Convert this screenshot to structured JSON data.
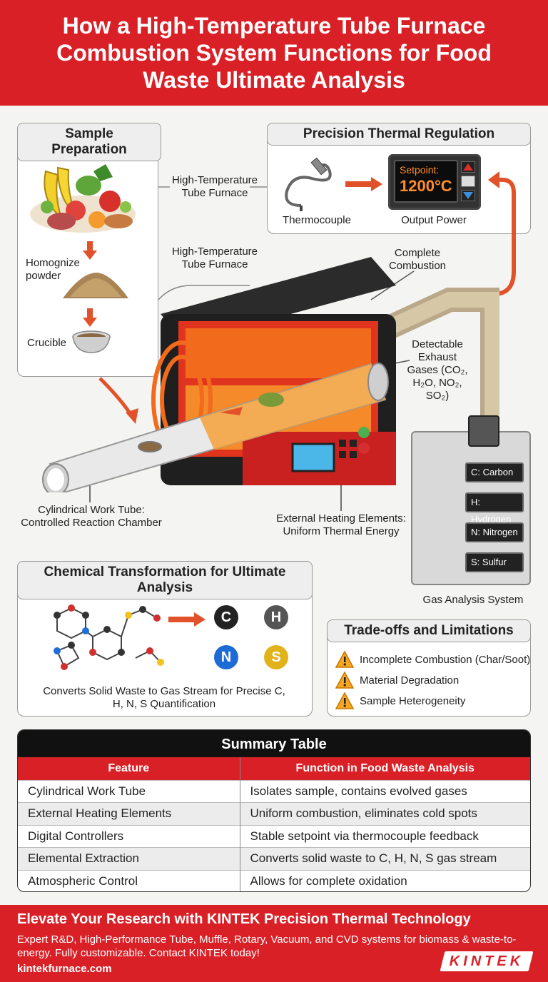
{
  "header": {
    "title": "How a High-Temperature Tube Furnace Combustion System Functions for Food Waste Ultimate Analysis"
  },
  "sample_prep": {
    "title": "Sample Preparation",
    "homogenize": "Homognize powder",
    "crucible": "Crucible"
  },
  "thermal": {
    "title": "Precision Thermal Regulation",
    "thermocouple": "Thermocouple",
    "output_power": "Output Power",
    "setpoint_label": "Setpoint:",
    "setpoint_value": "1200°C"
  },
  "furnace": {
    "label_top": "High-Temperature Tube Furnace",
    "label_mid": "High-Temperature Tube Furnace",
    "complete_combustion": "Complete Combustion",
    "exhaust": "Detectable Exhaust Gases (CO₂, H₂O, NO₂, SO₂)",
    "work_tube": "Cylindrical Work Tube: Controlled Reaction Chamber",
    "heating": "External Heating Elements: Uniform Thermal Energy"
  },
  "gas_analysis": {
    "label": "Gas Analysis System",
    "channels": [
      "C: Carbon",
      "H: Hydrogen",
      "N: Nitrogen",
      "S: Sulfur"
    ]
  },
  "chemical": {
    "title": "Chemical Transformation for Ultimate Analysis",
    "caption": "Converts Solid Waste to Gas Stream for Precise C, H, N, S Quantification",
    "elements": [
      "C",
      "H",
      "N",
      "S"
    ]
  },
  "tradeoffs": {
    "title": "Trade-offs and Limitations",
    "items": [
      "Incomplete Combustion (Char/Soot)",
      "Material Degradation",
      "Sample Heterogeneity"
    ]
  },
  "summary": {
    "title": "Summary Table",
    "headers": [
      "Feature",
      "Function in Food Waste Analysis"
    ],
    "rows": [
      [
        "Cylindrical Work Tube",
        "Isolates sample, contains evolved gases"
      ],
      [
        "External Heating Elements",
        "Uniform combustion, eliminates cold spots"
      ],
      [
        "Digital Controllers",
        "Stable setpoint via thermocouple feedback"
      ],
      [
        "Elemental Extraction",
        "Converts solid waste to C, H, N, S gas stream"
      ],
      [
        "Atmospheric Control",
        "Allows for complete oxidation"
      ]
    ]
  },
  "footer": {
    "title": "Elevate Your Research with KINTEK Precision Thermal Technology",
    "text": "Expert R&D, High-Performance Tube, Muffle, Rotary, Vacuum, and CVD systems for biomass & waste-to-energy. Fully customizable. Contact KINTEK today!",
    "url": "kintekfurnace.com",
    "logo": "KINTEK"
  },
  "colors": {
    "brand_red": "#d92027",
    "heat_orange": "#f26b1d",
    "dark": "#111111"
  }
}
